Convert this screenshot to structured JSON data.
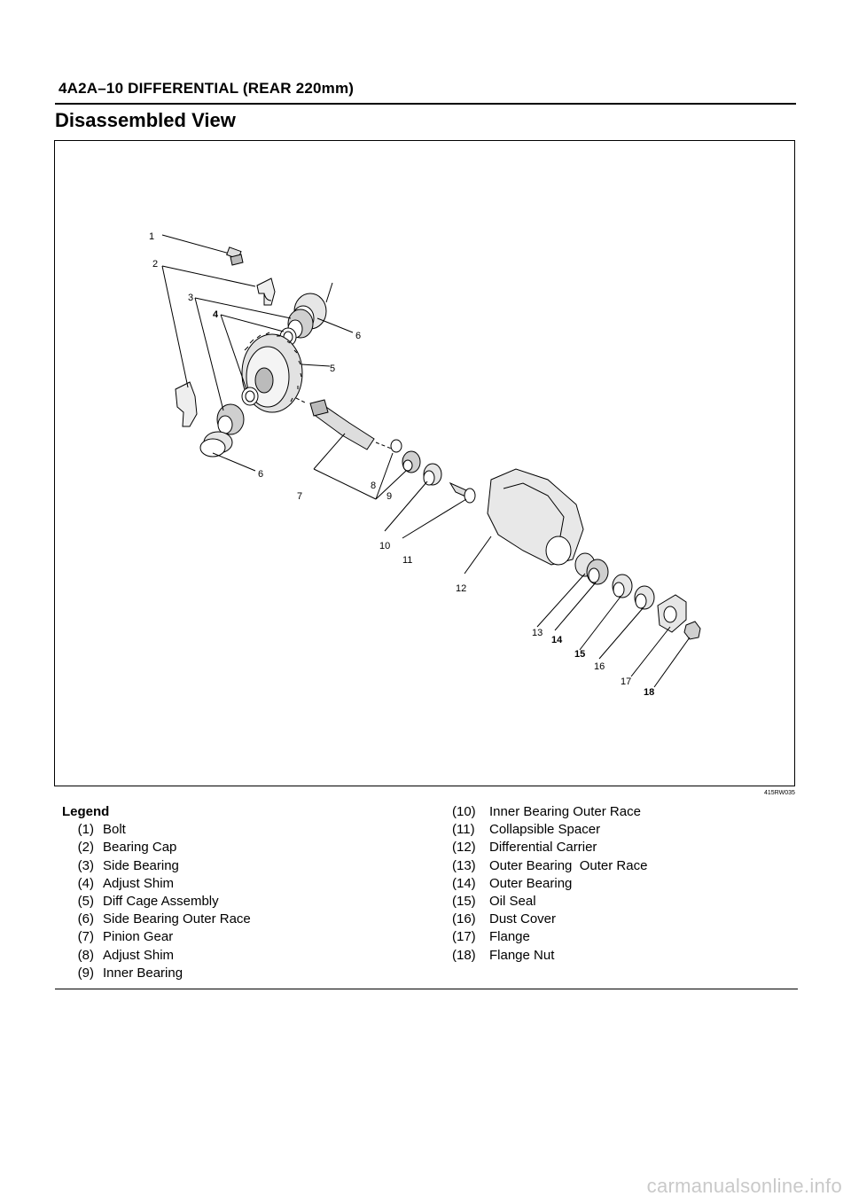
{
  "header": {
    "title": "4A2A–10 DIFFERENTIAL (REAR 220mm)"
  },
  "section": {
    "title": "Disassembled View"
  },
  "figure": {
    "id": "415RW035",
    "callouts": [
      "1",
      "2",
      "3",
      "4",
      "5",
      "6",
      "6",
      "7",
      "8",
      "9",
      "10",
      "11",
      "12",
      "13",
      "14",
      "15",
      "16",
      "17",
      "18"
    ]
  },
  "legend": {
    "heading": "Legend",
    "items": [
      {
        "num": "(1)",
        "label": "Bolt"
      },
      {
        "num": "(2)",
        "label": "Bearing Cap"
      },
      {
        "num": "(3)",
        "label": "Side Bearing"
      },
      {
        "num": "(4)",
        "label": "Adjust Shim"
      },
      {
        "num": "(5)",
        "label": "Diff Cage Assembly"
      },
      {
        "num": "(6)",
        "label": "Side Bearing Outer Race"
      },
      {
        "num": "(7)",
        "label": "Pinion Gear"
      },
      {
        "num": "(8)",
        "label": "Adjust Shim"
      },
      {
        "num": "(9)",
        "label": "Inner Bearing"
      },
      {
        "num": "(10)",
        "label": "Inner Bearing Outer Race"
      },
      {
        "num": "(11)",
        "label": "Collapsible Spacer"
      },
      {
        "num": "(12)",
        "label": "Differential Carrier"
      },
      {
        "num": "(13)",
        "label": "Outer Bearing  Outer Race"
      },
      {
        "num": "(14)",
        "label": "Outer Bearing"
      },
      {
        "num": "(15)",
        "label": "Oil Seal"
      },
      {
        "num": "(16)",
        "label": "Dust Cover"
      },
      {
        "num": "(17)",
        "label": "Flange"
      },
      {
        "num": "(18)",
        "label": "Flange Nut"
      }
    ]
  },
  "watermark": "carmanualsonline.info"
}
